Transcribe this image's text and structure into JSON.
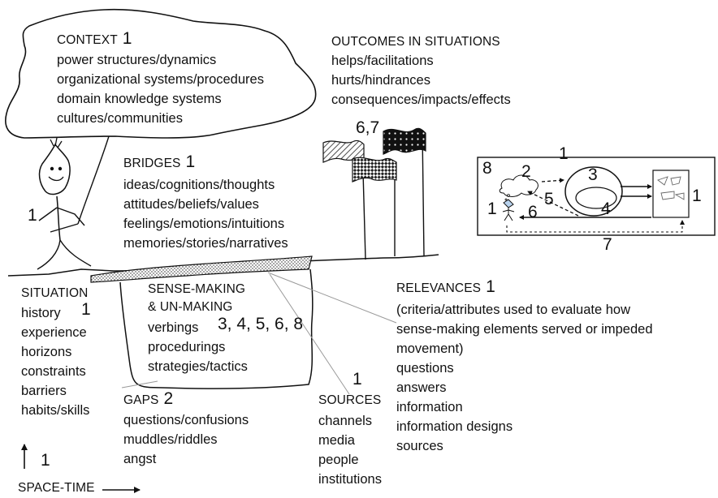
{
  "context": {
    "heading": "CONTEXT",
    "number": "1",
    "items": [
      "power structures/dynamics",
      "organizational systems/procedures",
      "domain knowledge systems",
      "cultures/communities"
    ]
  },
  "outcomes": {
    "heading": "OUTCOMES IN SITUATIONS",
    "items": [
      "helps/facilitations",
      "hurts/hindrances",
      "consequences/impacts/effects"
    ]
  },
  "bridges": {
    "heading": "BRIDGES",
    "number": "1",
    "items": [
      "ideas/cognitions/thoughts",
      "attitudes/beliefs/values",
      "feelings/emotions/intuitions",
      "memories/stories/narratives"
    ]
  },
  "flags": {
    "number": "6,7"
  },
  "person": {
    "number": "1"
  },
  "situation": {
    "heading": "SITUATION",
    "number": "1",
    "items": [
      "history",
      "experience",
      "horizons",
      "constraints",
      "barriers",
      "habits/skills"
    ]
  },
  "sense_making": {
    "heading_line1": "SENSE-MAKING",
    "heading_line2": "& UN-MAKING",
    "items": [
      "verbings",
      "procedurings",
      "strategies/tactics"
    ],
    "numbers": "3, 4, 5, 6, 8"
  },
  "relevances": {
    "heading": "RELEVANCES",
    "number": "1",
    "items": [
      "(criteria/attributes used to evaluate how",
      "sense-making elements served or impeded",
      "movement)",
      "questions",
      "answers",
      "information",
      "information designs",
      "sources"
    ]
  },
  "gaps": {
    "heading": "GAPS",
    "number": "2",
    "items": [
      "questions/confusions",
      "muddles/riddles",
      "angst"
    ]
  },
  "sources": {
    "number": "1",
    "heading": "SOURCES",
    "items": [
      "channels",
      "media",
      "people",
      "institutions"
    ]
  },
  "space_time": {
    "number": "1",
    "label": "SPACE-TIME"
  },
  "inset": {
    "top": "1",
    "corner": "8",
    "cloud": "2",
    "ring": "3",
    "right": "1",
    "person": "1",
    "arrow5": "5",
    "arrow6": "6",
    "arrow4": "4",
    "bottom": "7"
  }
}
